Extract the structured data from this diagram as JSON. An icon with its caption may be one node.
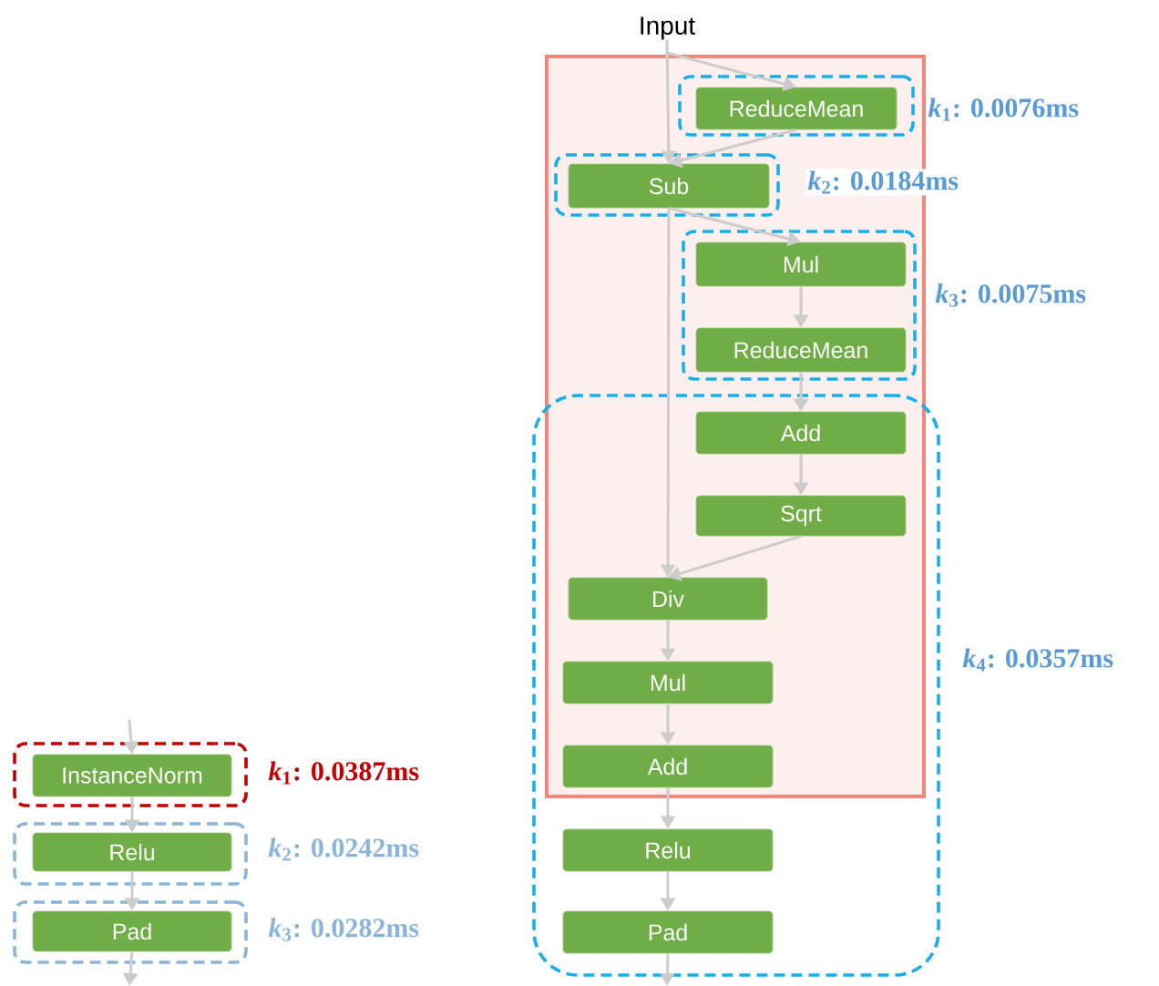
{
  "diagram": {
    "nodes": [
      {
        "text": [
          "Input"
        ]
      },
      {
        "text": [],
        "shape": "box"
      },
      {
        "text": [],
        "shape": "box",
        "in": 1,
        "beside": [
          "*k*$_{1}$: 0.0076ms"
        ]
      },
      {
        "text": [
          "ReduceMean"
        ],
        "in": 2
      },
      {
        "text": [],
        "shape": "box",
        "in": 1,
        "beside": [
          "*k*$_{2}$: 0.0184ms"
        ]
      },
      {
        "text": [
          "Sub"
        ],
        "in": 4
      },
      {
        "text": [],
        "shape": "box",
        "in": 1,
        "beside": [
          "*k*$_{3}$: 0.0075ms"
        ]
      },
      {
        "text": [
          "Mul"
        ],
        "in": 6
      },
      {
        "text": [
          "ReduceMean"
        ],
        "in": 6
      },
      {
        "text": [],
        "shape": "box",
        "beside": [
          "*k*$_{4}$: 0.0357ms"
        ]
      },
      {
        "text": [
          "Add"
        ]
      },
      {
        "text": [
          "Sqrt"
        ]
      },
      {
        "text": [
          "Div"
        ]
      },
      {
        "text": [
          "Mul"
        ]
      },
      {
        "text": [
          "Add"
        ]
      },
      {
        "text": [
          "Relu"
        ],
        "in": 9
      },
      {
        "text": [
          "Pad"
        ],
        "in": 9
      },
      {
        "text": [],
        "shape": "box",
        "beside": [
          "*k*$_{1}$: 0.0387ms"
        ]
      },
      {
        "text": [
          "InstanceNorm"
        ],
        "in": 17
      },
      {
        "text": [],
        "shape": "box",
        "beside": [
          "*k*$_{2}$: 0.0242ms"
        ]
      },
      {
        "text": [
          "Relu"
        ],
        "in": 19
      },
      {
        "text": [],
        "shape": "box",
        "beside": [
          "*k*$_{3}$: 0.0282ms"
        ]
      },
      {
        "text": [
          "Pad"
        ],
        "in": 21
      }
    ],
    "edges": [
      {
        "from": 0,
        "to": 3,
        "arrow": "to"
      },
      {
        "from": 0,
        "to": 5,
        "arrow": "to"
      },
      {
        "from": 3,
        "to": 5,
        "arrow": "to"
      },
      {
        "from": 5,
        "to": 7,
        "arrow": "to"
      },
      {
        "from": 5,
        "to": 12,
        "arrow": "to"
      },
      {
        "from": 7,
        "to": 8,
        "arrow": "to"
      },
      {
        "from": 8,
        "to": 10,
        "arrow": "to"
      },
      {
        "from": 10,
        "to": 11,
        "arrow": "to"
      },
      {
        "from": 11,
        "to": 12,
        "arrow": "to"
      },
      {
        "from": 12,
        "to": 13,
        "arrow": "to"
      },
      {
        "from": 13,
        "to": 14,
        "arrow": "to"
      },
      {
        "from": 14,
        "to": 15,
        "arrow": "to"
      },
      {
        "from": 15,
        "to": 16,
        "arrow": "to"
      },
      {
        "from": 16,
        "to": null,
        "arrow": "to"
      },
      {
        "from": null,
        "to": 18,
        "arrow": "to"
      },
      {
        "from": 18,
        "to": 20,
        "arrow": "to"
      },
      {
        "from": 20,
        "to": 22,
        "arrow": "to"
      },
      {
        "from": 22,
        "to": null,
        "arrow": "to"
      }
    ]
  }
}
